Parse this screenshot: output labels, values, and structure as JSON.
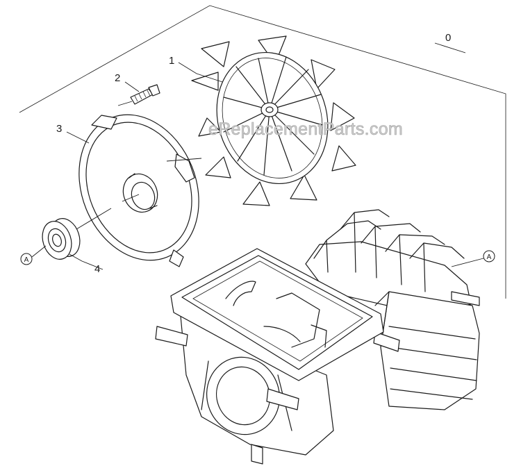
{
  "watermark": "eReplacementParts.com",
  "callouts": {
    "assembly": "0",
    "fan": "1",
    "screw": "2",
    "end_shield": "3",
    "bearing": "4"
  },
  "reference_marks": {
    "bearing_ref": "A",
    "housing_ref": "A"
  }
}
